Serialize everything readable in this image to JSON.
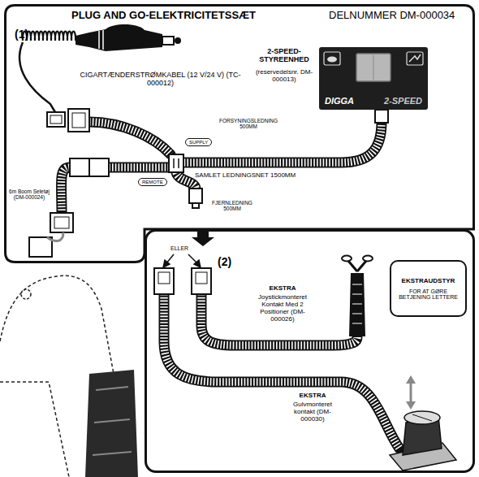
{
  "diagram": {
    "title": "PLUG AND GO-ELEKTRICITETSSÆT",
    "nodes": [
      {
        "text": [
          "(1)"
        ]
      },
      {
        "text": [
          "2-SPEED- STYREENHED",
          "(reservedelsnr. DM-000013)",
          "DIGGA",
          "2-SPEED"
        ],
        "in": 0
      },
      {
        "text": [
          "SUPPLY"
        ],
        "in": 0
      },
      {
        "text": [
          "REMOTE"
        ],
        "in": 0
      },
      {
        "text": [
          "(2)"
        ]
      },
      {
        "text": [
          "EKSTRAUDSTYR",
          "FOR AT GØRE BETJENING LETTERE"
        ],
        "in": 4
      }
    ],
    "labels": [
      "DELNUMMER DM-000034",
      "CIGARTÆNDERSTRØMKABEL (12 V/24 V) (TC-000012)",
      "FORSYNINGSLEDNING 500MM",
      "SAMLET LEDNINGSNET 1500MM",
      "FJERNLEDNING 500MM",
      "6m Boom Seletøj (DM-000024)",
      "ELLER",
      "EKSTRA",
      "Joystickmonteret Kontakt Med 2 Positioner (DM-000026)",
      "EKSTRA",
      "Gulvmonteret kontakt (DM-000030)"
    ]
  }
}
